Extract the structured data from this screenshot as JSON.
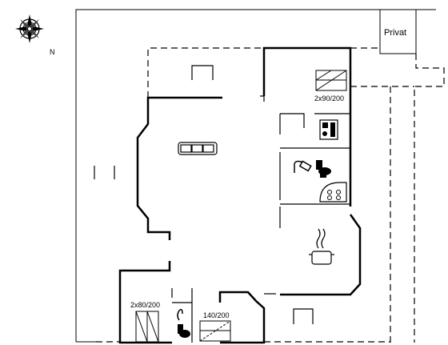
{
  "compass": {
    "icon": "compass-rose-icon",
    "north_label": "N"
  },
  "labels": {
    "privat": "Privat",
    "bed_upper_right": "2x90/200",
    "bed_lower_left": "2x80/200",
    "bed_lower_mid": "140/200"
  },
  "icons": [
    "sofa-icon",
    "shower-icon",
    "toilet-icon",
    "washing-machine-icon",
    "hob-icon",
    "cooking-pot-icon",
    "wood-stove-icon"
  ]
}
